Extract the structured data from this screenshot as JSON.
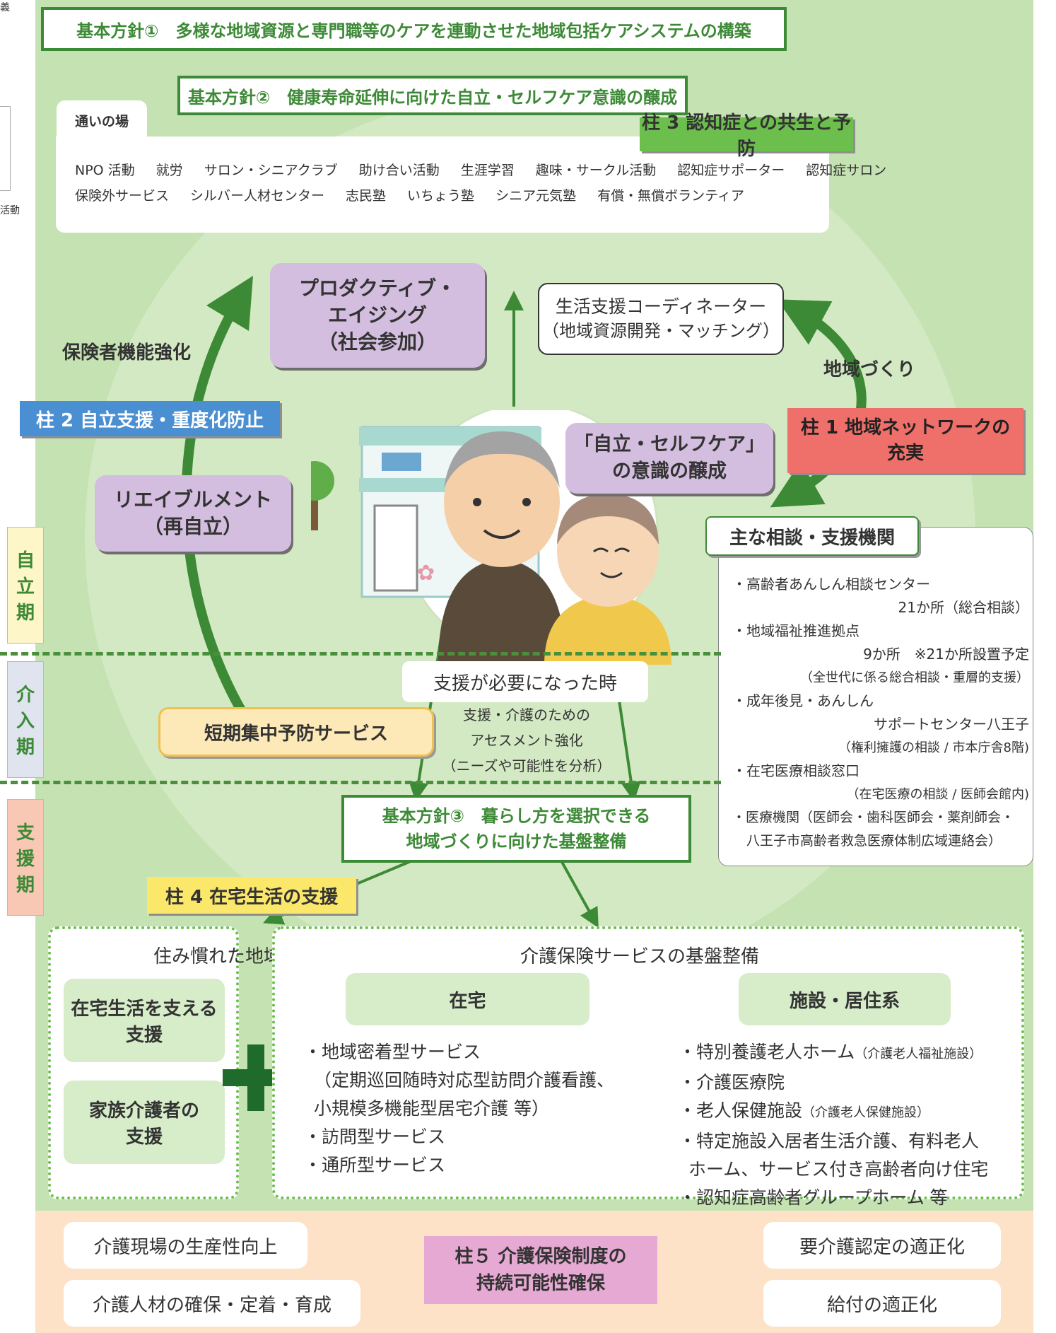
{
  "policies": {
    "p1": "基本方針①　多様な地域資源と専門職等のケアを連動させた地域包括ケアシステムの構築",
    "p2": "基本方針②　健康寿命延伸に向けた自立・セルフケア意識の醸成",
    "p3_line1": "基本方針③　暮らし方を選択できる",
    "p3_line2": "地域づくりに向けた基盤整備"
  },
  "kayoi": {
    "tab": "通いの場",
    "row1": [
      "NPO 活動",
      "就労",
      "サロン・シニアクラブ",
      "助け合い活動",
      "生涯学習",
      "趣味・サークル活動",
      "認知症サポーター",
      "認知症サロン"
    ],
    "row2": [
      "保険外サービス",
      "シルバー人材センター",
      "志民塾",
      "いちょう塾",
      "シニア元気塾",
      "有償・無償ボランティア"
    ]
  },
  "pillars": {
    "p1": "柱 1 地域ネットワークの\n充実",
    "p2": "柱 2 自立支援・重度化防止",
    "p3": "柱 3 認知症との共生と予防",
    "p4": "柱 4 在宅生活の支援",
    "p5": "柱５ 介護保険制度の\n持続可能性確保"
  },
  "cycle": {
    "productive": "プロダクティブ・\nエイジング\n（社会参加）",
    "coordinator_title": "生活支援コーディネーター",
    "coordinator_sub": "（地域資源開発・マッチング）",
    "hokensha": "保険者機能強化",
    "chiiki": "地域づくり",
    "reable": "リエイブルメント\n（再自立）",
    "selfcare": "「自立・セルフケア」\nの意識の醸成",
    "support_needed": "支援が必要になった時",
    "assessment": "支援・介護のための\nアセスメント強化\n（ニーズや可能性を分析）",
    "short_term": "短期集中予防サービス"
  },
  "stages": {
    "jiritsu": [
      "自",
      "立",
      "期"
    ],
    "kainyu": [
      "介",
      "入",
      "期"
    ],
    "shien": [
      "支",
      "援",
      "期"
    ]
  },
  "consult": {
    "title": "主な相談・支援機関",
    "items": [
      "・高齢者あんしん相談センター",
      "21か所（総合相談）",
      "・地域福祉推進拠点",
      "9か所　※21か所設置予定",
      "（全世代に係る総合相談・重層的支援）",
      "・成年後見・あんしん",
      "サポートセンター八王子",
      "（権利擁護の相談 / 市本庁舎8階)",
      "・在宅医療相談窓口",
      "（在宅医療の相談 / 医師会館内)",
      "・医療機関（医師会・歯科医師会・薬剤師会・",
      "八王子市高齢者救急医療体制広域連絡会）"
    ]
  },
  "home": {
    "title": "住み慣れた地域・自宅",
    "b1": "在宅生活を支える\n支援",
    "b2": "家族介護者の\n支援"
  },
  "kaigo": {
    "title": "介護保険サービスの基盤整備",
    "zaitaku": "在宅",
    "shisetsu": "施設・居住系",
    "zaitaku_list": [
      "・地域密着型サービス",
      "（定期巡回随時対応型訪問介護看護、",
      "小規模多機能型居宅介護 等）",
      "・訪問型サービス",
      "・通所型サービス"
    ],
    "shisetsu_list": [
      "・特別養護老人ホーム",
      "（介護老人福祉施設）",
      "・介護医療院",
      "・老人保健施設",
      "（介護老人保健施設）",
      "・特定施設入居者生活介護、有料老人",
      "ホーム、サービス付き高齢者向け住宅",
      "・認知症高齢者グループホーム 等"
    ]
  },
  "bottom": {
    "l1": "介護現場の生産性向上",
    "l2": "介護人材の確保・定着・育成",
    "r1": "要介護認定の適正化",
    "r2": "給付の適正化"
  },
  "edge": {
    "top": "義",
    "mid": "活動"
  },
  "colors": {
    "green": "#3d8a36",
    "bg_green": "#c5e2b2",
    "purple": "#d4bedf",
    "pillar_red": "#ef6f6a",
    "pillar_blue": "#4a8fd1",
    "pillar_green": "#6cbf4c",
    "pillar_yellow": "#fbe86b",
    "pillar_pink": "#e6a9d3"
  }
}
